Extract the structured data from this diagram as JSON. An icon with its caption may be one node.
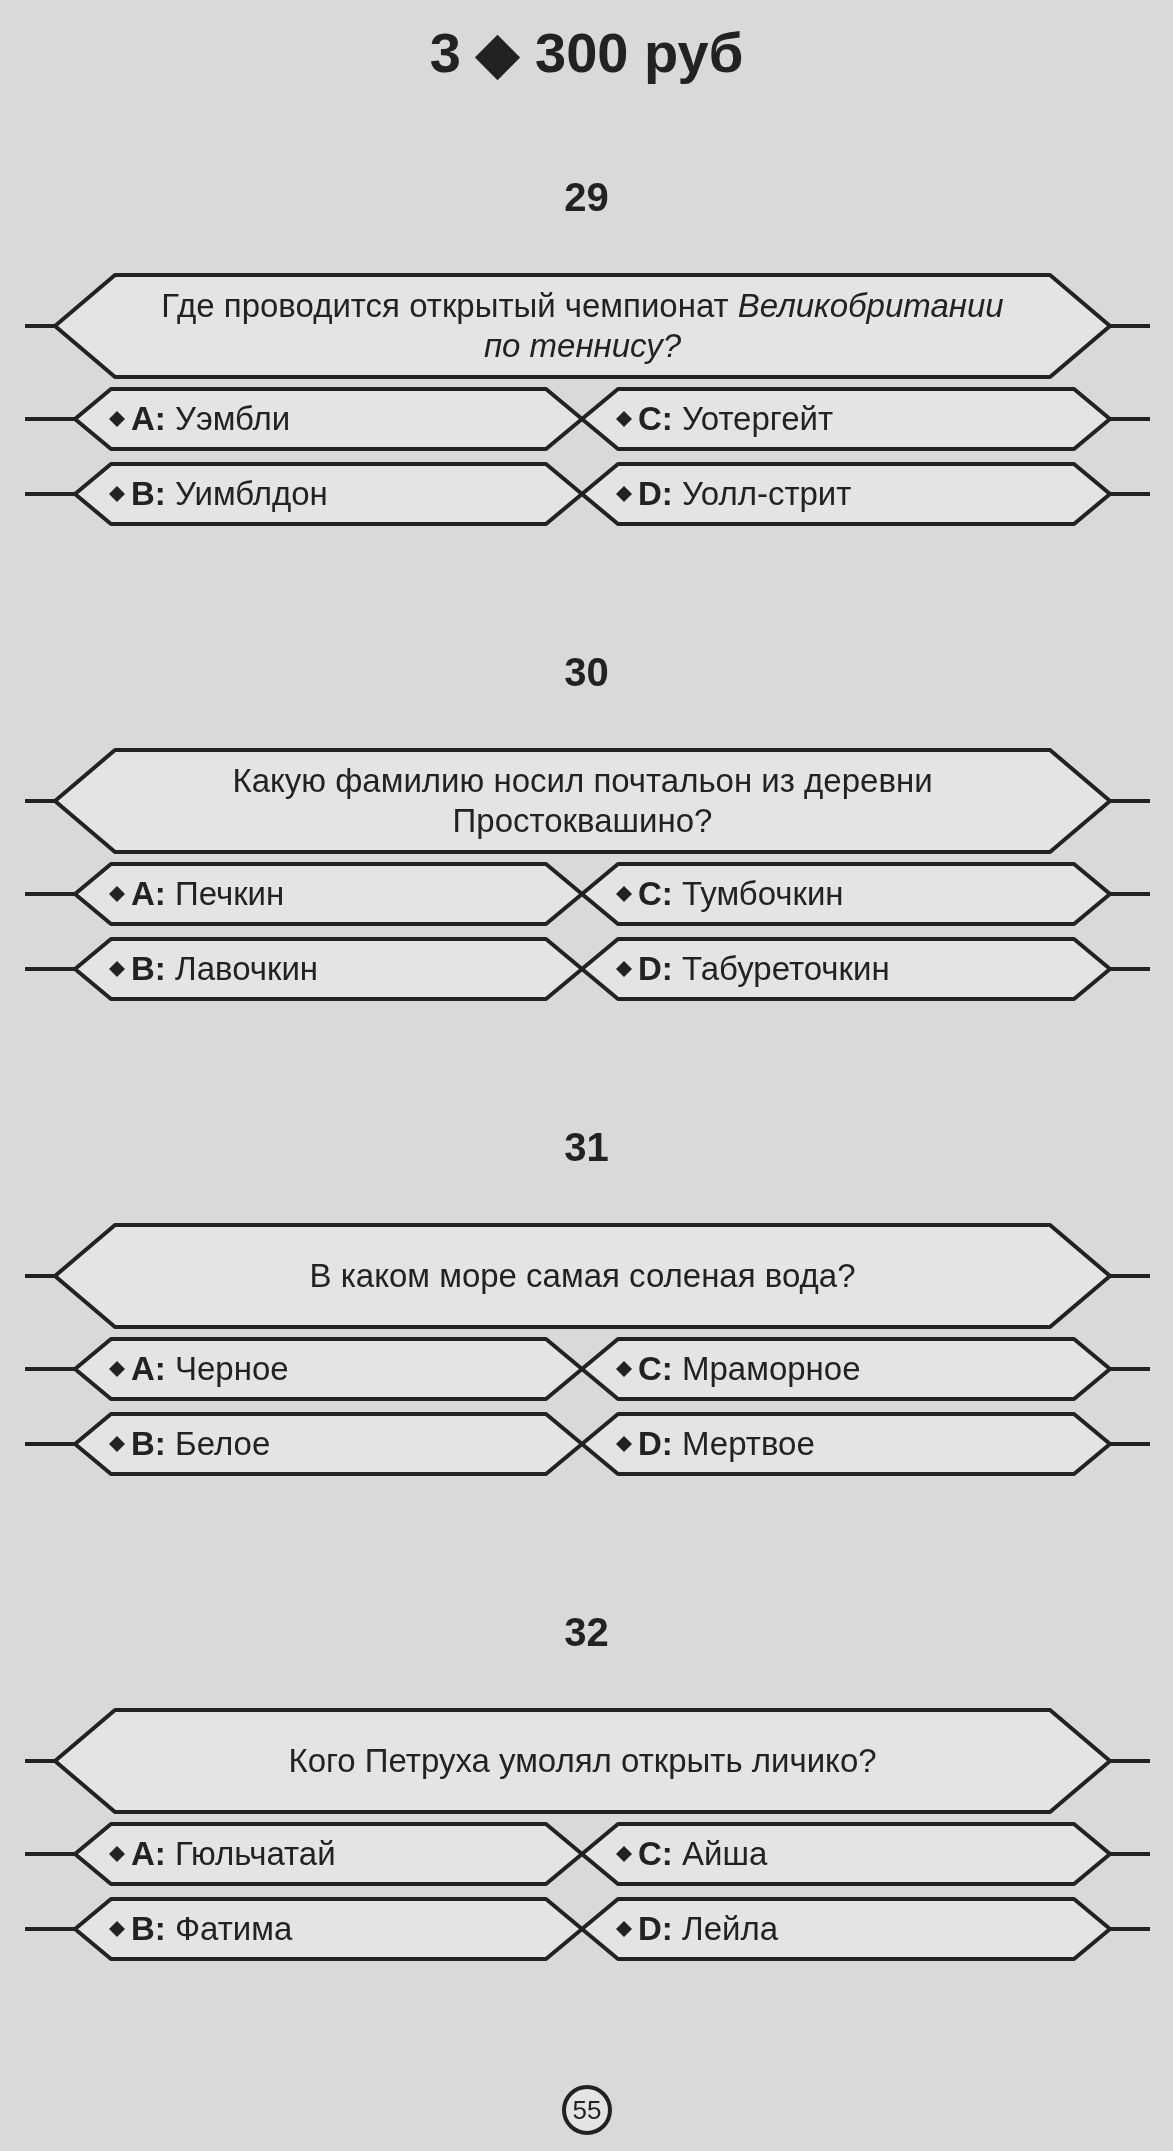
{
  "diagram": {
    "title": "3 ◆ 300 руб",
    "nodes": [
      {
        "text": [
          "Где проводится открытый чемпионат *Великобритании по теннису?*"
        ]
      },
      {
        "text": [
          "**A:** Уэмбли"
        ]
      },
      {
        "text": [
          "**C:** Уотергейт"
        ]
      },
      {
        "text": [
          "**B:** Уимблдон"
        ]
      },
      {
        "text": [
          "**D:** Уолл-стрит"
        ]
      },
      {
        "text": [
          "Какую фамилию носил почтальон из деревни Простоквашино?"
        ]
      },
      {
        "text": [
          "**A:** Печкин"
        ]
      },
      {
        "text": [
          "**C:** Тумбочкин"
        ]
      },
      {
        "text": [
          "**B:** Лавочкин"
        ]
      },
      {
        "text": [
          "**D:** Табуреточкин"
        ]
      },
      {
        "text": [
          "В каком море самая соленая вода?"
        ]
      },
      {
        "text": [
          "**A:** Черное"
        ]
      },
      {
        "text": [
          "**C:** Мраморное"
        ]
      },
      {
        "text": [
          "**B:** Белое"
        ]
      },
      {
        "text": [
          "**D:** Мертвое"
        ]
      },
      {
        "text": [
          "Кого Петруха умолял открыть личико?"
        ]
      },
      {
        "text": [
          "**A:** Гюльчатай"
        ]
      },
      {
        "text": [
          "**C:** Айша"
        ]
      },
      {
        "text": [
          "**B:** Фатима"
        ]
      },
      {
        "text": [
          "**D:** Лейла"
        ]
      },
      {
        "text": [
          "55"
        ]
      }
    ],
    "edges": [],
    "labels": [
      "29",
      "30",
      "31",
      "32"
    ]
  }
}
